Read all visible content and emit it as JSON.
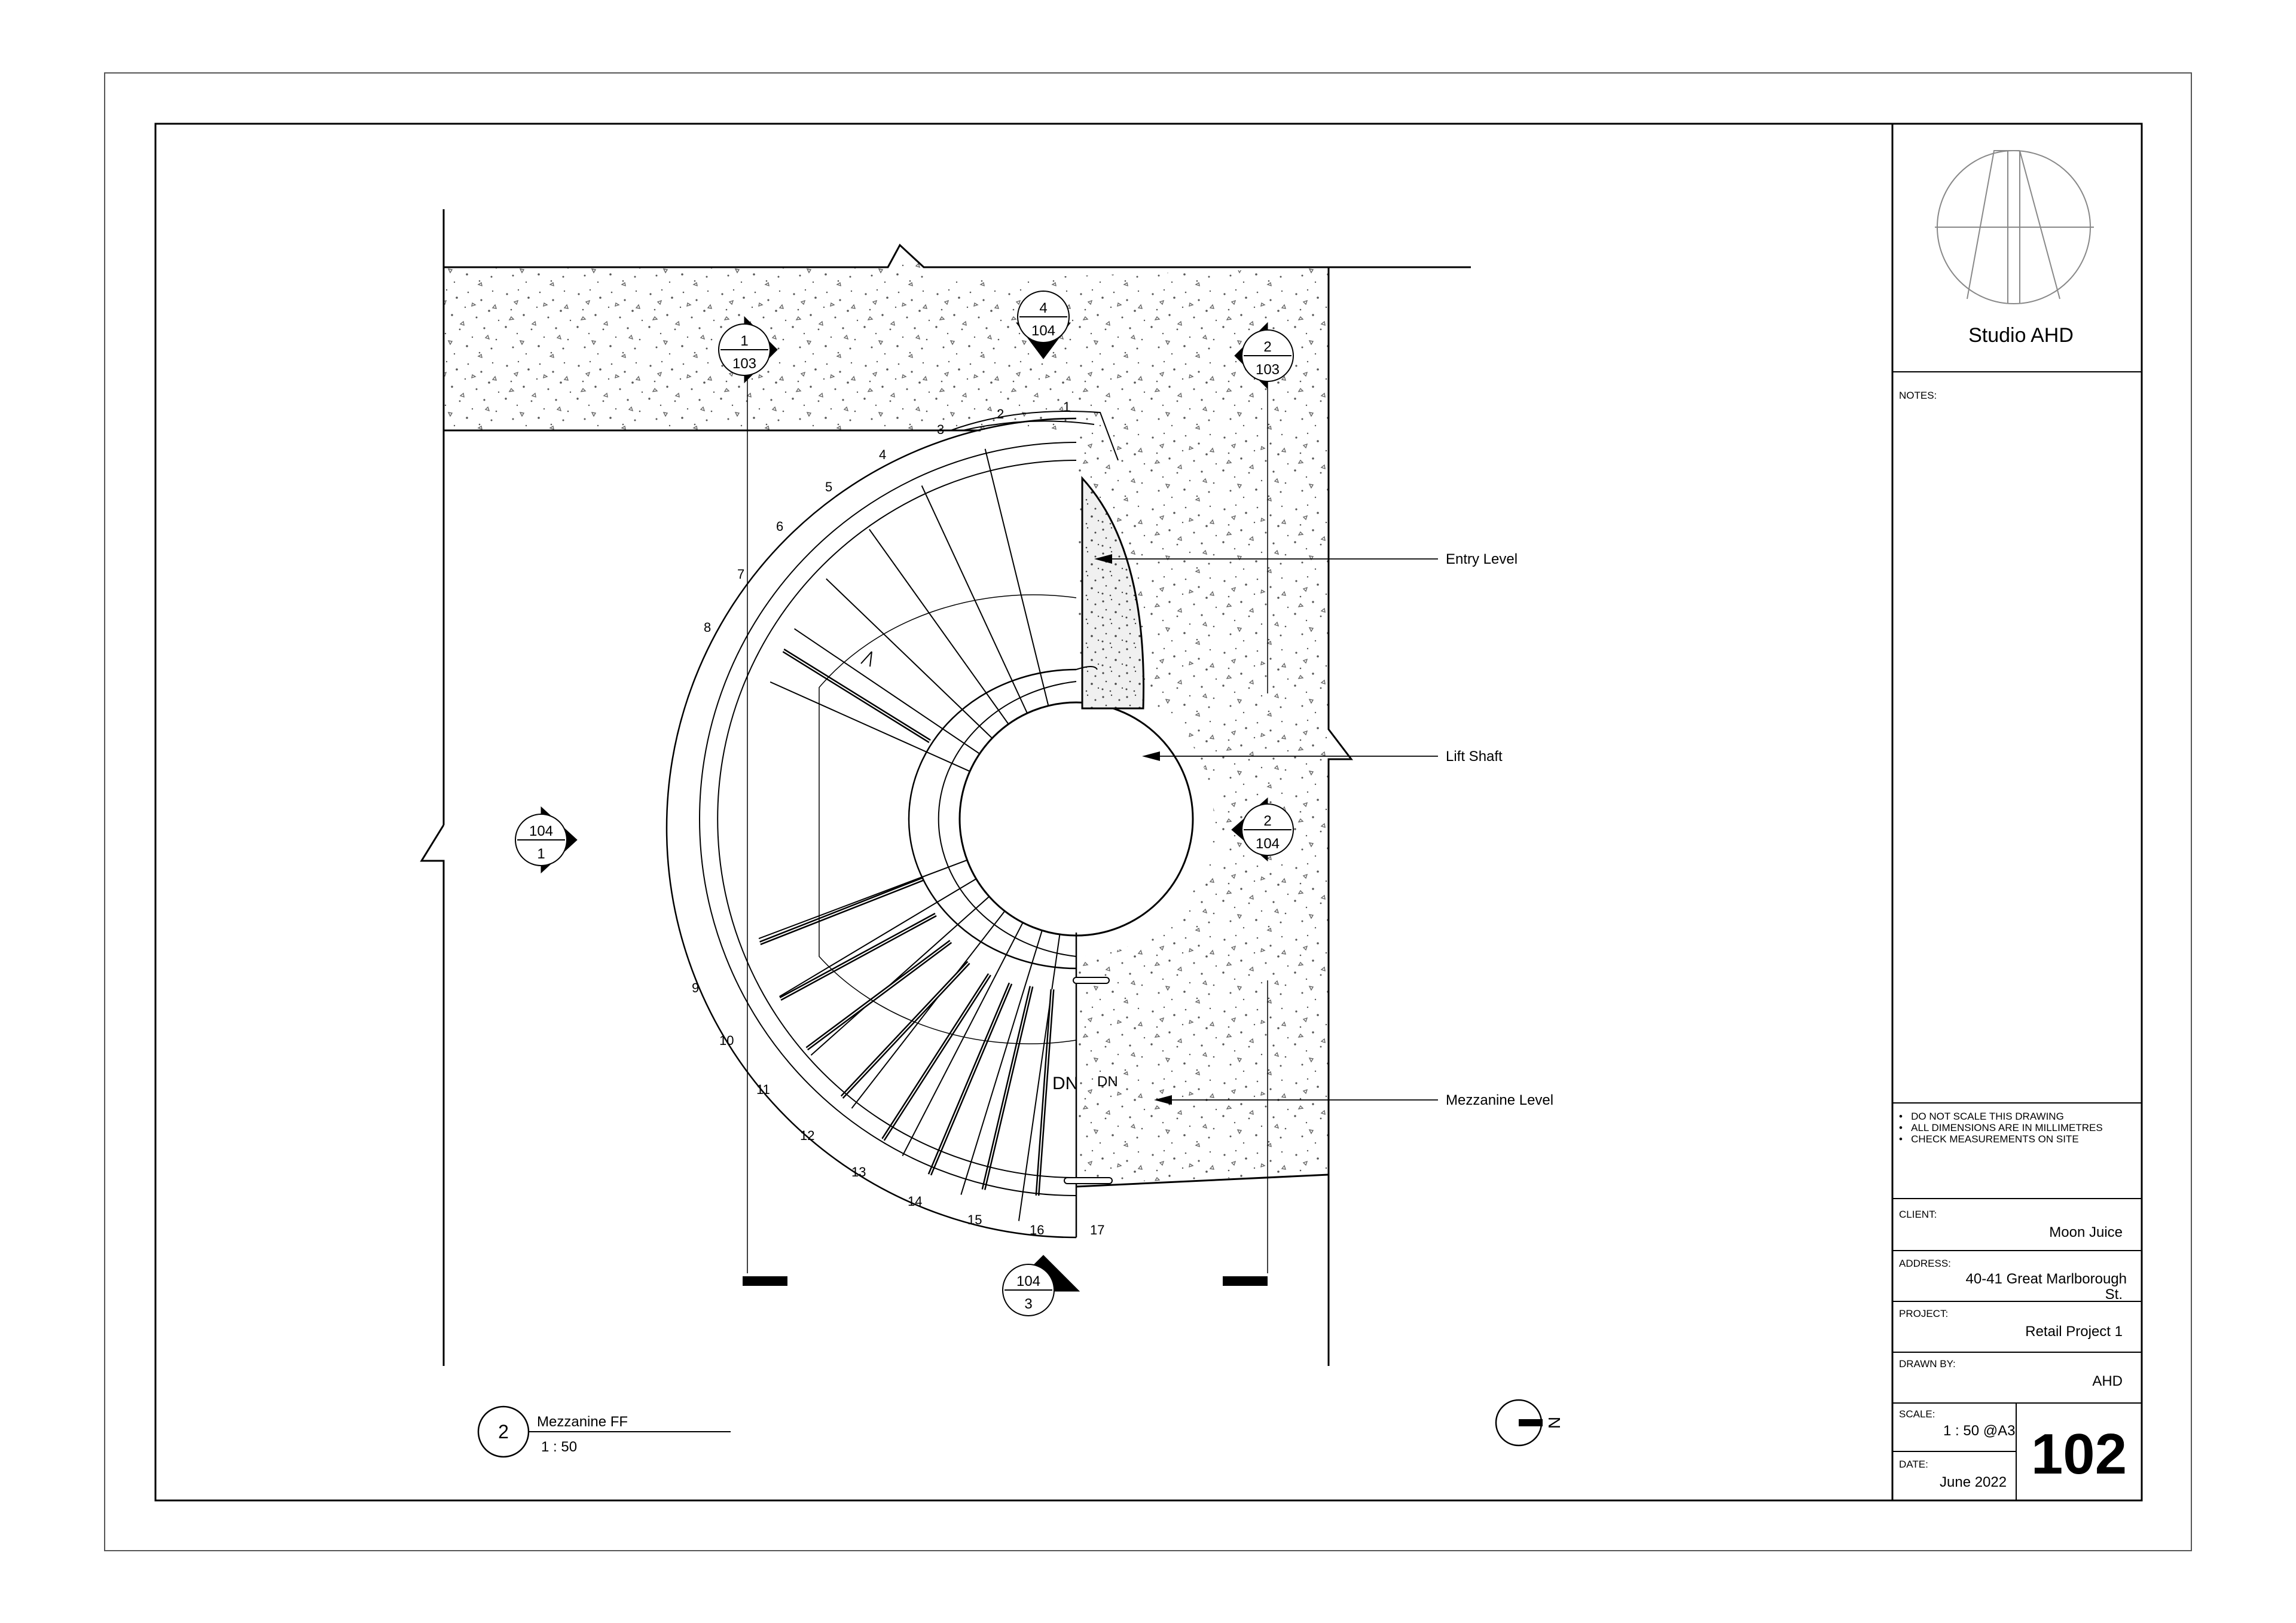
{
  "studio": {
    "name": "Studio AHD"
  },
  "notes": {
    "label": "NOTES:",
    "general": [
      "DO NOT SCALE THIS DRAWING",
      "ALL DIMENSIONS ARE IN MILLIMETRES",
      "CHECK MEASUREMENTS ON SITE"
    ],
    "bullet": "•"
  },
  "title_block": {
    "client_label": "CLIENT:",
    "client": "Moon Juice",
    "address_label": "ADDRESS:",
    "address_line1": "40-41 Great Marlborough",
    "address_line2": "St.",
    "project_label": "PROJECT:",
    "project": "Retail Project 1",
    "drawn_by_label": "DRAWN BY:",
    "drawn_by": "AHD",
    "scale_label": "SCALE:",
    "scale": "1 : 50 @A3",
    "date_label": "DATE:",
    "date": "June 2022",
    "sheet_number": "102"
  },
  "drawing": {
    "view_number": "2",
    "view_title": "Mezzanine FF",
    "view_scale": "1 : 50",
    "north_label": "N",
    "callouts": {
      "entry_level": "Entry Level",
      "lift_shaft": "Lift Shaft",
      "mezzanine_level": "Mezzanine Level"
    },
    "dn_labels": [
      "DN",
      "DN"
    ],
    "markers": [
      {
        "top": "1",
        "bottom": "103"
      },
      {
        "top": "4",
        "bottom": "104"
      },
      {
        "top": "2",
        "bottom": "103"
      },
      {
        "top": "104",
        "bottom": "1"
      },
      {
        "top": "2",
        "bottom": "104"
      },
      {
        "top": "104",
        "bottom": "3"
      }
    ],
    "step_numbers": [
      "1",
      "2",
      "3",
      "4",
      "5",
      "6",
      "7",
      "8",
      "9",
      "10",
      "11",
      "12",
      "13",
      "14",
      "15",
      "16",
      "17"
    ]
  }
}
